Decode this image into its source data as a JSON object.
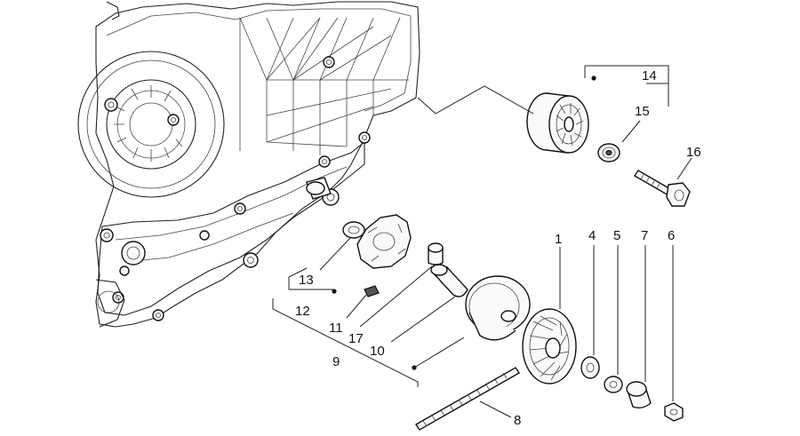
{
  "callouts": {
    "c1": "1",
    "c4": "4",
    "c5": "5",
    "c7": "7",
    "c6": "6",
    "c8": "8",
    "c9": "9",
    "c10": "10",
    "c11": "11",
    "c12": "12",
    "c13": "13",
    "c14": "14",
    "c15": "15",
    "c16": "16",
    "c17": "17"
  }
}
